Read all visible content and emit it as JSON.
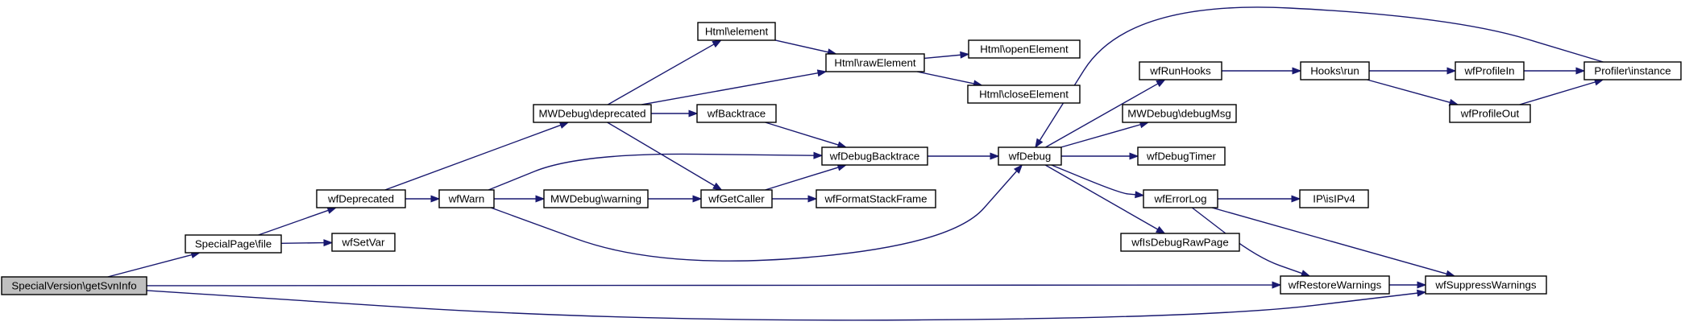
{
  "graph": {
    "nodes": [
      {
        "id": "getSvnInfo",
        "label": "SpecialVersion\\getSvnInfo",
        "root": true
      },
      {
        "id": "file",
        "label": "SpecialPage\\file"
      },
      {
        "id": "wfDeprecated",
        "label": "wfDeprecated"
      },
      {
        "id": "wfSetVar",
        "label": "wfSetVar"
      },
      {
        "id": "mwdDeprecated",
        "label": "MWDebug\\deprecated"
      },
      {
        "id": "wfWarn",
        "label": "wfWarn"
      },
      {
        "id": "mwdWarning",
        "label": "MWDebug\\warning"
      },
      {
        "id": "htmlElement",
        "label": "Html\\element"
      },
      {
        "id": "wfBacktrace",
        "label": "wfBacktrace"
      },
      {
        "id": "wfGetCaller",
        "label": "wfGetCaller"
      },
      {
        "id": "htmlRawElement",
        "label": "Html\\rawElement"
      },
      {
        "id": "wfDebugBacktrace",
        "label": "wfDebugBacktrace"
      },
      {
        "id": "wfFormatStackFrame",
        "label": "wfFormatStackFrame"
      },
      {
        "id": "htmlOpenElement",
        "label": "Html\\openElement"
      },
      {
        "id": "htmlCloseElement",
        "label": "Html\\closeElement"
      },
      {
        "id": "wfDebug",
        "label": "wfDebug"
      },
      {
        "id": "wfRunHooks",
        "label": "wfRunHooks"
      },
      {
        "id": "mwdDebugMsg",
        "label": "MWDebug\\debugMsg"
      },
      {
        "id": "wfDebugTimer",
        "label": "wfDebugTimer"
      },
      {
        "id": "wfErrorLog",
        "label": "wfErrorLog"
      },
      {
        "id": "wfIsDebugRawPage",
        "label": "wfIsDebugRawPage"
      },
      {
        "id": "hooksRun",
        "label": "Hooks\\run"
      },
      {
        "id": "ipIsIPv4",
        "label": "IP\\isIPv4"
      },
      {
        "id": "wfRestoreWarnings",
        "label": "wfRestoreWarnings"
      },
      {
        "id": "wfProfileIn",
        "label": "wfProfileIn"
      },
      {
        "id": "wfProfileOut",
        "label": "wfProfileOut"
      },
      {
        "id": "wfSuppressWarnings",
        "label": "wfSuppressWarnings"
      },
      {
        "id": "profilerInstance",
        "label": "Profiler\\instance"
      }
    ],
    "edges": [
      {
        "from": "getSvnInfo",
        "to": "file"
      },
      {
        "from": "getSvnInfo",
        "to": "wfRestoreWarnings"
      },
      {
        "from": "getSvnInfo",
        "to": "wfSuppressWarnings"
      },
      {
        "from": "file",
        "to": "wfDeprecated"
      },
      {
        "from": "file",
        "to": "wfSetVar"
      },
      {
        "from": "wfDeprecated",
        "to": "mwdDeprecated"
      },
      {
        "from": "wfDeprecated",
        "to": "wfWarn"
      },
      {
        "from": "mwdDeprecated",
        "to": "htmlElement"
      },
      {
        "from": "mwdDeprecated",
        "to": "htmlRawElement"
      },
      {
        "from": "mwdDeprecated",
        "to": "wfBacktrace"
      },
      {
        "from": "mwdDeprecated",
        "to": "wfGetCaller"
      },
      {
        "from": "wfWarn",
        "to": "wfDebugBacktrace"
      },
      {
        "from": "wfWarn",
        "to": "mwdWarning"
      },
      {
        "from": "wfWarn",
        "to": "wfDebug"
      },
      {
        "from": "mwdWarning",
        "to": "wfGetCaller"
      },
      {
        "from": "htmlElement",
        "to": "htmlRawElement"
      },
      {
        "from": "wfBacktrace",
        "to": "wfDebugBacktrace"
      },
      {
        "from": "wfGetCaller",
        "to": "wfDebugBacktrace"
      },
      {
        "from": "wfGetCaller",
        "to": "wfFormatStackFrame"
      },
      {
        "from": "htmlRawElement",
        "to": "htmlOpenElement"
      },
      {
        "from": "htmlRawElement",
        "to": "htmlCloseElement"
      },
      {
        "from": "wfDebugBacktrace",
        "to": "wfDebug"
      },
      {
        "from": "wfDebug",
        "to": "wfRunHooks"
      },
      {
        "from": "wfDebug",
        "to": "mwdDebugMsg"
      },
      {
        "from": "wfDebug",
        "to": "wfDebugTimer"
      },
      {
        "from": "wfDebug",
        "to": "wfErrorLog"
      },
      {
        "from": "wfDebug",
        "to": "wfIsDebugRawPage"
      },
      {
        "from": "wfRunHooks",
        "to": "hooksRun"
      },
      {
        "from": "hooksRun",
        "to": "wfProfileIn"
      },
      {
        "from": "hooksRun",
        "to": "wfProfileOut"
      },
      {
        "from": "wfProfileIn",
        "to": "profilerInstance"
      },
      {
        "from": "wfProfileOut",
        "to": "profilerInstance"
      },
      {
        "from": "profilerInstance",
        "to": "wfDebug"
      },
      {
        "from": "wfErrorLog",
        "to": "ipIsIPv4"
      },
      {
        "from": "wfErrorLog",
        "to": "wfRestoreWarnings"
      },
      {
        "from": "wfErrorLog",
        "to": "wfSuppressWarnings"
      },
      {
        "from": "wfRestoreWarnings",
        "to": "wfSuppressWarnings"
      }
    ]
  }
}
